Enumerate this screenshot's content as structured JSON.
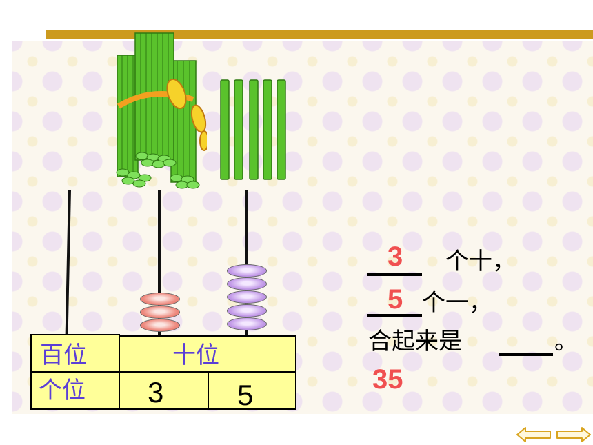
{
  "table": {
    "header": {
      "hundreds": "百位",
      "tens": "十位"
    },
    "second_row": {
      "ones_label": "个位",
      "tens_value": "3",
      "ones_value": "5"
    }
  },
  "question": {
    "line1_text": "个十，",
    "line2_text": "个一，",
    "line3_text": "合起来是",
    "line3_end": "。"
  },
  "answers": {
    "tens": "3",
    "ones": "5",
    "total": "35"
  },
  "abacus": {
    "tens_beads": 3,
    "ones_beads": 5
  },
  "colors": {
    "accent_bar": "#cc9a1e",
    "answer_red": "#f05050",
    "label_purple": "#5b3fd6",
    "table_fill": "#ffff99",
    "stick_green": "#5ac22c"
  },
  "icons": {
    "prev": "left-arrow-icon",
    "next": "right-arrow-icon"
  }
}
